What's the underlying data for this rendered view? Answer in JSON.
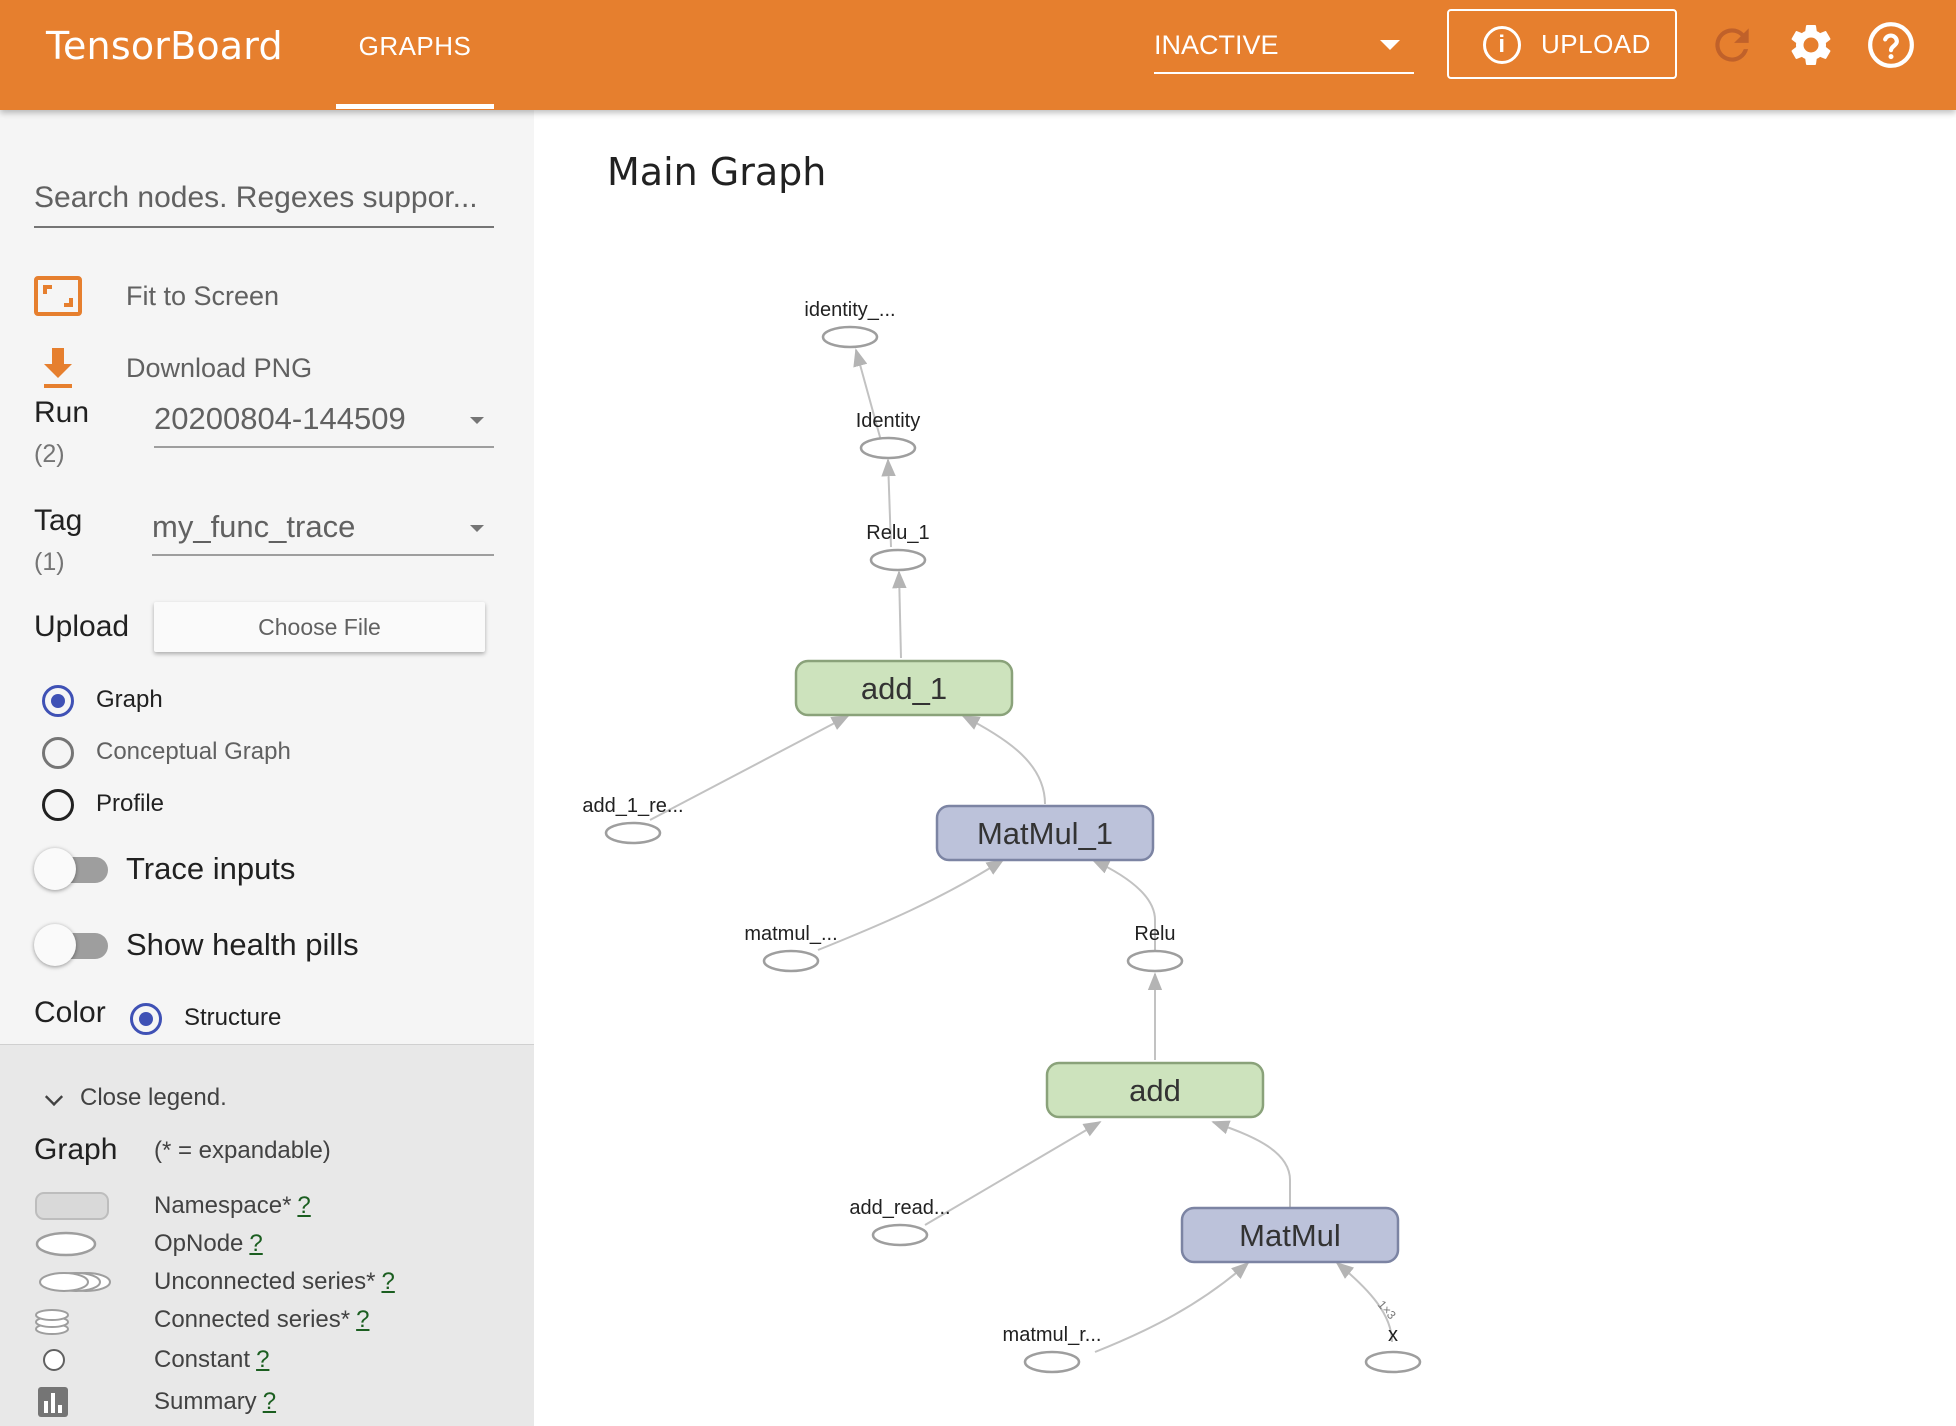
{
  "header": {
    "brand": "TensorBoard",
    "tab": "GRAPHS",
    "status_select": "INACTIVE",
    "upload_label": "UPLOAD",
    "colors": {
      "primary": "#e67f2e"
    }
  },
  "sidebar": {
    "search_placeholder": "Search nodes. Regexes suppor...",
    "fit_to_screen": "Fit to Screen",
    "download_png": "Download PNG",
    "run_label": "Run",
    "run_count": "(2)",
    "run_value": "20200804-144509",
    "tag_label": "Tag",
    "tag_count": "(1)",
    "tag_value": "my_func_trace",
    "upload_label": "Upload",
    "choose_file": "Choose File",
    "graph_types": [
      {
        "label": "Graph",
        "selected": true
      },
      {
        "label": "Conceptual Graph",
        "selected": false
      },
      {
        "label": "Profile",
        "selected": false
      }
    ],
    "trace_inputs": "Trace inputs",
    "show_health_pills": "Show health pills",
    "color_label": "Color",
    "color_option": "Structure"
  },
  "legend": {
    "close": "Close legend.",
    "title": "Graph",
    "hint": "(* = expandable)",
    "items": [
      {
        "label": "Namespace*",
        "help": "?"
      },
      {
        "label": "OpNode",
        "help": "?"
      },
      {
        "label": "Unconnected series*",
        "help": "?"
      },
      {
        "label": "Connected series*",
        "help": "?"
      },
      {
        "label": "Constant",
        "help": "?"
      },
      {
        "label": "Summary",
        "help": "?"
      }
    ]
  },
  "main": {
    "title": "Main Graph",
    "nodes": {
      "identity_out": "identity_...",
      "identity": "Identity",
      "relu_1": "Relu_1",
      "add_1": "add_1",
      "add_1_read": "add_1_re...",
      "matmul_1": "MatMul_1",
      "matmul_read_a": "matmul_...",
      "relu": "Relu",
      "add": "add",
      "add_read": "add_read...",
      "matmul": "MatMul",
      "matmul_read_b": "matmul_r...",
      "x": "x",
      "edge_label": "1×3"
    }
  }
}
